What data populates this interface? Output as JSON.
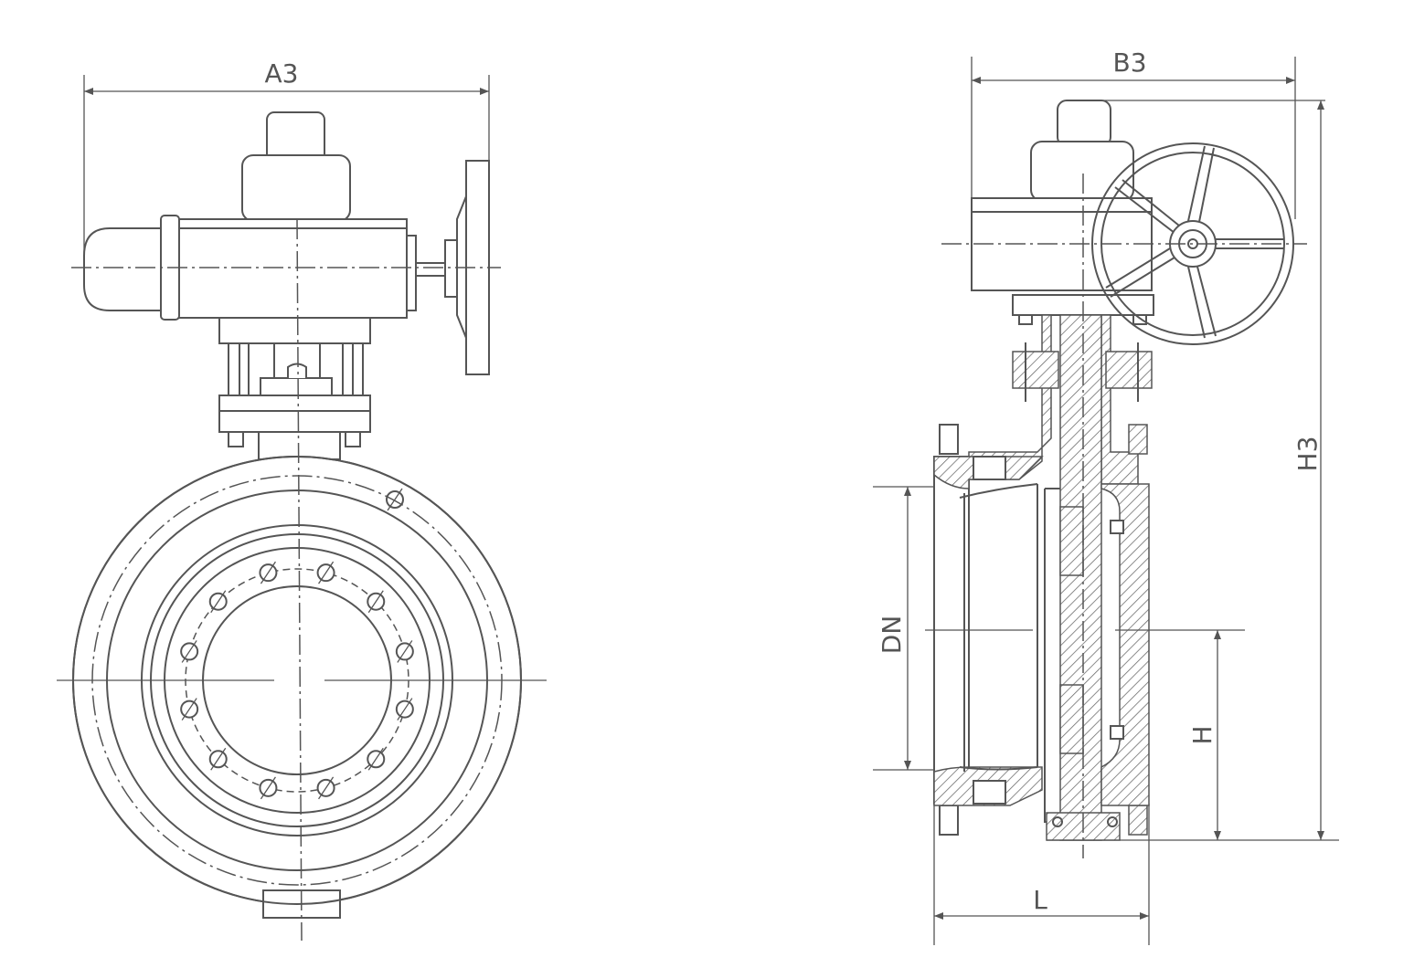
{
  "diagram": {
    "type": "butterfly-valve-technical-drawing",
    "dimensions": {
      "a3": "A3",
      "b3": "B3",
      "h3": "H3",
      "dn": "DN",
      "h": "H",
      "l": "L"
    },
    "line_color": "#555555"
  }
}
